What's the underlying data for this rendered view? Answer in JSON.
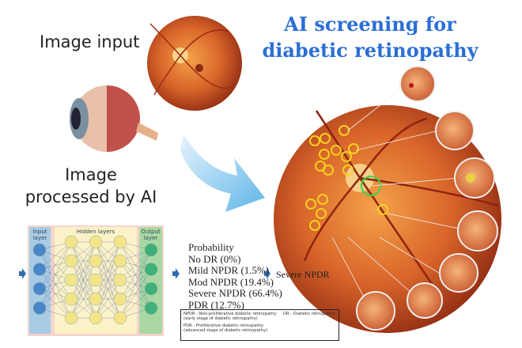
{
  "labels": {
    "image_input": "Image input",
    "image_processed_line1": "Image",
    "image_processed_line2": "processed by AI",
    "title_line1": "AI screening for",
    "title_line2": "diabetic retinopathy"
  },
  "network": {
    "input_label": "Input layer",
    "hidden_label": "Hidden layers",
    "output_label": "Output layer"
  },
  "probability": {
    "heading": "Probability",
    "items": [
      "No DR (0%)",
      "Mild NPDR (1.5%)",
      "Mod NPDR (19.4%)",
      "Severe NPDR (66.4%)",
      "PDR (12.7%)"
    ]
  },
  "result": "Severe NPDR",
  "legend": {
    "npdr": "NPDR - Non-proliferative diabetic retinopathy (early stage of diabetic retinopathy)",
    "dr": "DR - Diabetic retinopathy",
    "pdr": "PDR - Proliferative diabetic retinopathy (advanced stage of diabetic retinopathy)"
  },
  "colors": {
    "title": "#2a6fd6",
    "arrow": "#2f6db0"
  }
}
